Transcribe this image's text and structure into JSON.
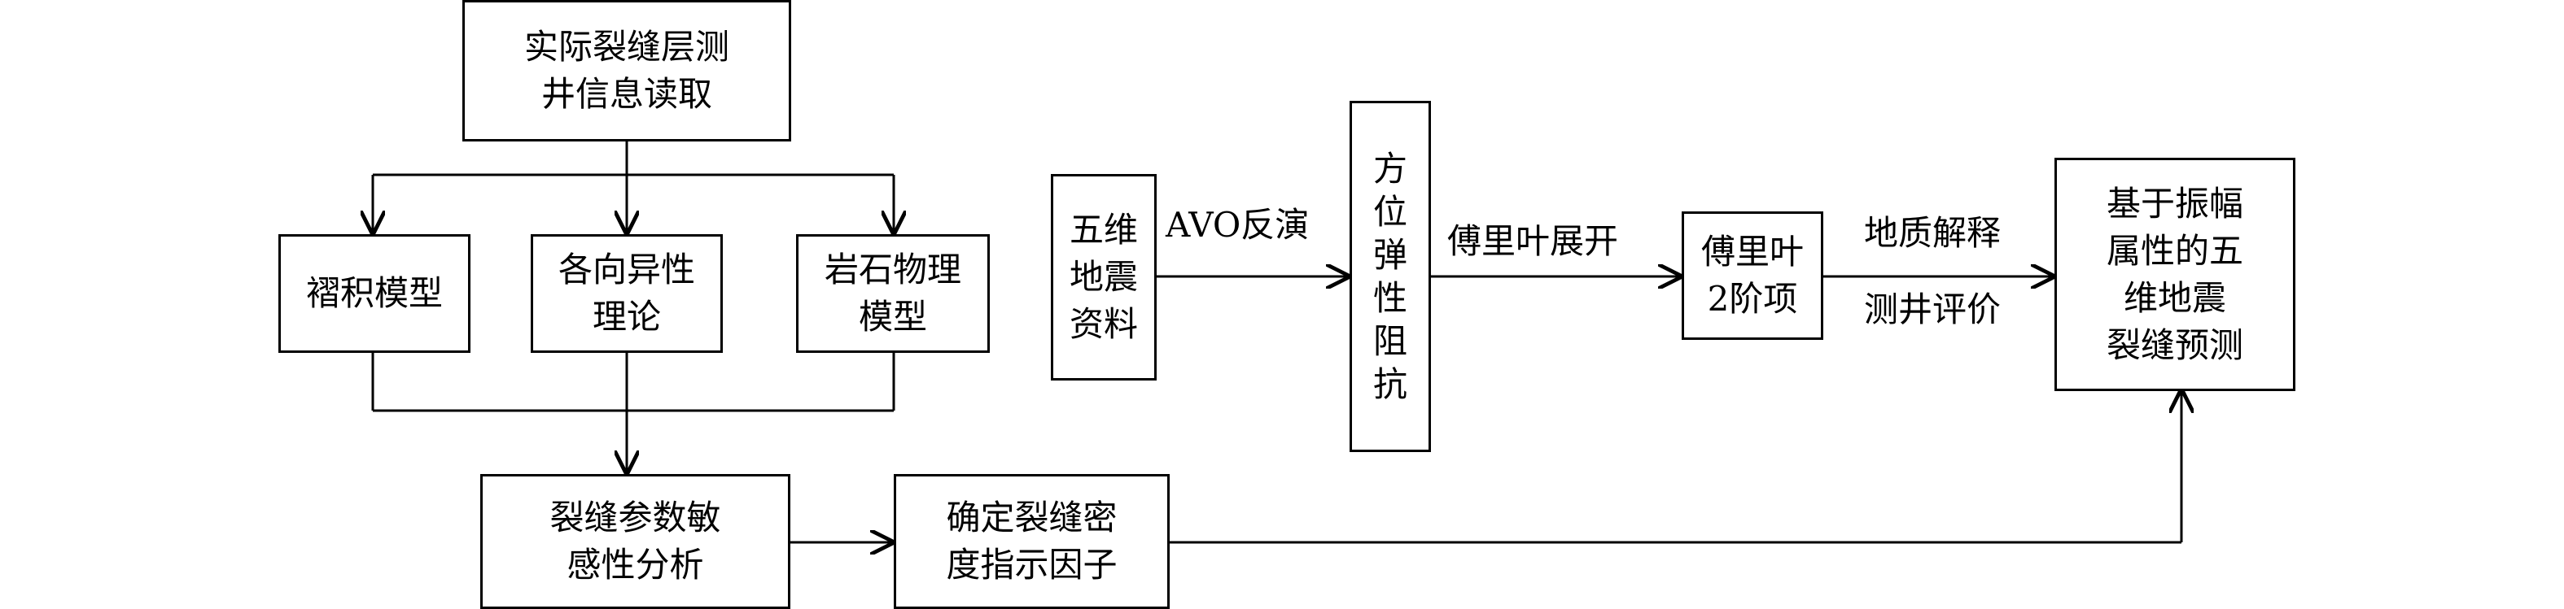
{
  "nodes": {
    "well_info": [
      "实际裂缝层测",
      "井信息读取"
    ],
    "fold_model": [
      "褶积模型"
    ],
    "anisotropy": [
      "各向异性",
      "理论"
    ],
    "rock_model": [
      "岩石物理",
      "模型"
    ],
    "sensitivity": [
      "裂缝参数敏",
      "感性分析"
    ],
    "density_factor": [
      "确定裂缝密",
      "度指示因子"
    ],
    "seismic_data": [
      "五维",
      "地震",
      "资料"
    ],
    "azimuth_impedance": [
      "方",
      "位",
      "弹",
      "性",
      "阻",
      "抗"
    ],
    "fourier_2nd": [
      "傅里叶",
      "2阶项"
    ],
    "prediction": [
      "基于振幅",
      "属性的五",
      "维地震",
      "裂缝预测"
    ]
  },
  "edge_labels": {
    "avo": "AVO反演",
    "fourier": "傅里叶展开",
    "geology": "地质解释",
    "logging": "测井评价"
  }
}
